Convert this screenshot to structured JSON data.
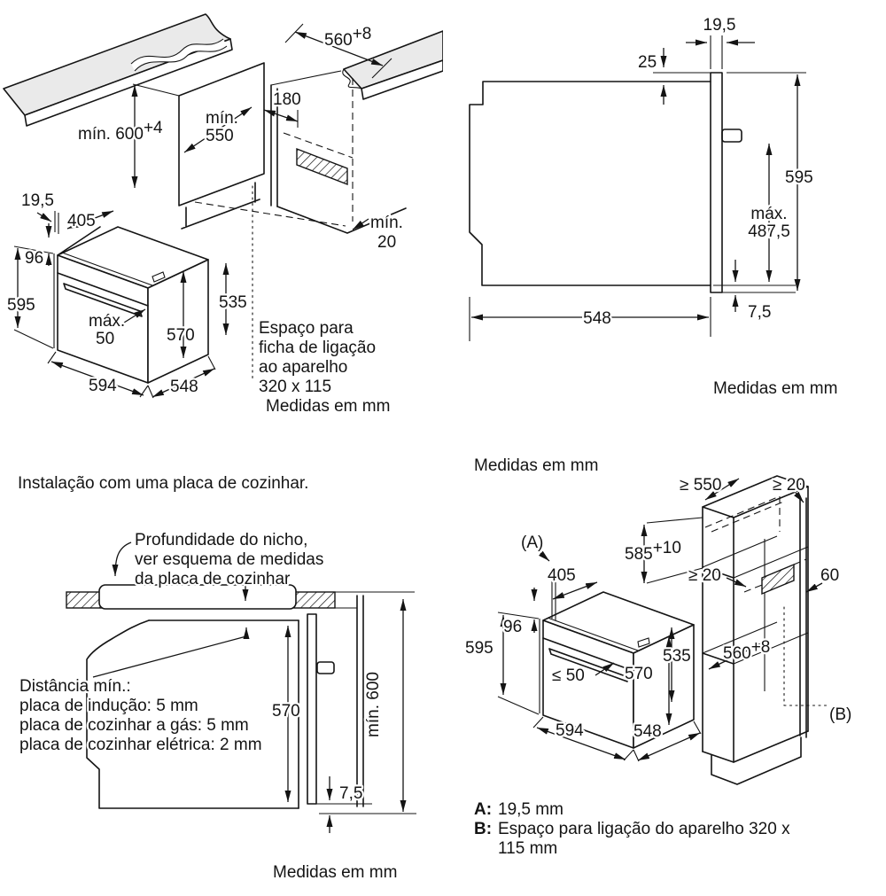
{
  "p1": {
    "d560": "560",
    "d560sup": "+8",
    "d180": "180",
    "min550a": "mín.",
    "min550b": "550",
    "min600": "mín. 600",
    "min600sup": "+4",
    "d195": "19,5",
    "d405": "405",
    "d96": "96",
    "d595": "595",
    "max50a": "máx.",
    "max50b": "50",
    "d570": "570",
    "d535": "535",
    "d594": "594",
    "d548": "548",
    "min20a": "mín.",
    "min20b": "20",
    "esp1": "Espaço para",
    "esp2": "ficha de ligação",
    "esp3": "ao aparelho",
    "esp4": "320 x 115",
    "medidas": "Medidas em mm"
  },
  "p2": {
    "d195": "19,5",
    "d25": "25",
    "d595": "595",
    "maxa": "máx.",
    "maxb": "487,5",
    "d75": "7,5",
    "d548": "548",
    "medidas": "Medidas em mm"
  },
  "p3": {
    "title": "Instalação com uma placa de cozinhar.",
    "n1": "Profundidade do nicho,",
    "n2": "ver esquema de medidas",
    "n3": "da placa de cozinhar",
    "dist1": "Distância mín.:",
    "dist2": "placa de indução: 5 mm",
    "dist3": "placa de cozinhar a gás: 5 mm",
    "dist4": "placa de cozinhar elétrica: 2 mm",
    "d570": "570",
    "min600": "mín. 600",
    "d75": "7,5",
    "medidas": "Medidas em mm"
  },
  "p4": {
    "medidas": "Medidas em mm",
    "ge550": "≥ 550",
    "ge20a": "≥ 20",
    "A": "(A)",
    "d585": "585",
    "d585sup": "+10",
    "ge20b": "≥ 20",
    "d60": "60",
    "d405": "405",
    "d96": "96",
    "d595": "595",
    "le50": "≤ 50",
    "d570": "570",
    "d535": "535",
    "d560": "560",
    "d560sup": "+8",
    "d594": "594",
    "d548": "548",
    "B": "(B)",
    "legAk": "A:",
    "legAv": "19,5 mm",
    "legBk": "B:",
    "legBv1": "Espaço para ligação do aparelho 320 x",
    "legBv2": "115 mm"
  }
}
